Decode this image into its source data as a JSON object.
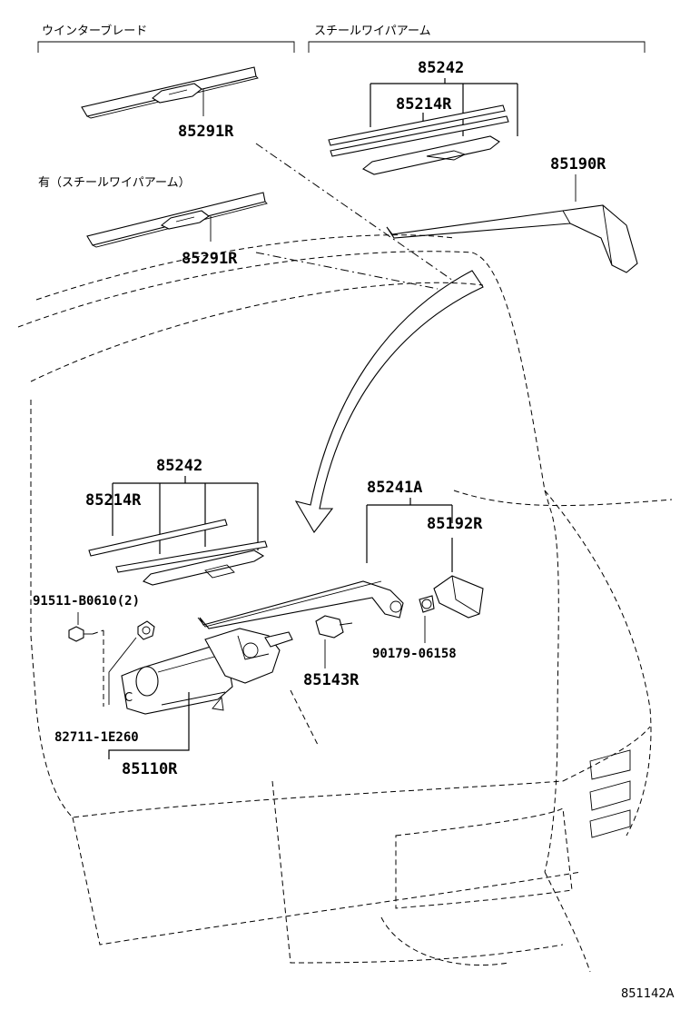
{
  "headers": {
    "left": "ウインターブレード",
    "right": "スチールワイパアーム",
    "note": "有（スチールワイパアーム）"
  },
  "parts": {
    "p85242_top": "85242",
    "p85214R_top": "85214R",
    "p85291R_a": "85291R",
    "p85291R_b": "85291R",
    "p85190R": "85190R",
    "p85242_mid": "85242",
    "p85214R_mid": "85214R",
    "p85241A": "85241A",
    "p85192R": "85192R",
    "p91511": "91511-B0610(2)",
    "p90179": "90179-06158",
    "p85143R": "85143R",
    "p82711": "82711-1E260",
    "p85110R": "85110R"
  },
  "diagram_code": "851142A"
}
